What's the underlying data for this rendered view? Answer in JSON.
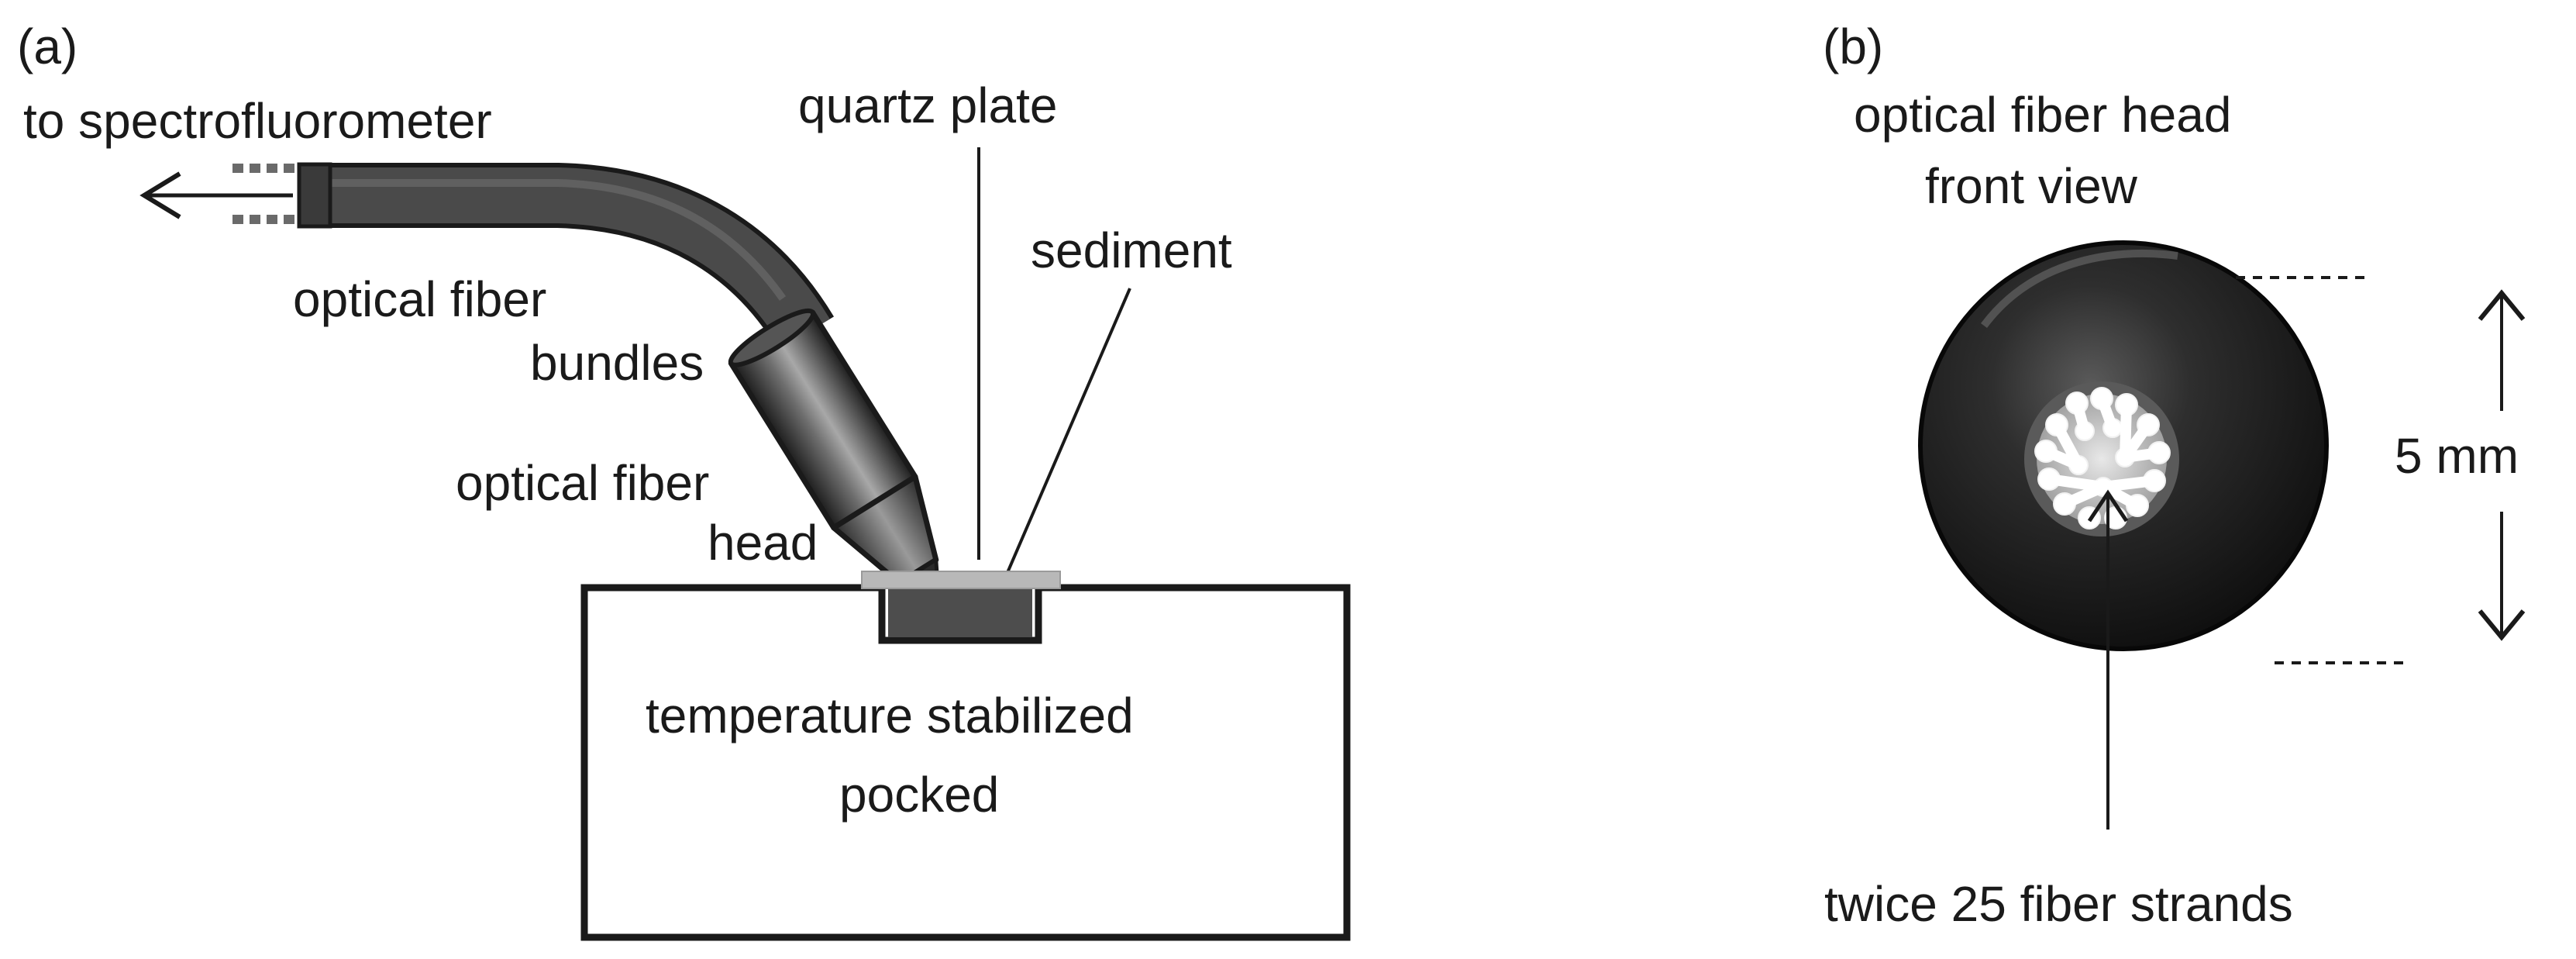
{
  "panel_a": {
    "label": "(a)",
    "to_spectrofluorometer": "to spectrofluorometer",
    "quartz_plate": "quartz plate",
    "sediment": "sediment",
    "fiber_bundles_line1": "optical fiber",
    "fiber_bundles_line2": "bundles",
    "fiber_head_line1": "optical fiber",
    "fiber_head_line2": "head",
    "pocket_line1": "temperature stabilized",
    "pocket_line2": "pocked"
  },
  "panel_b": {
    "label": "(b)",
    "title_line1": "optical fiber head",
    "title_line2": "front view",
    "dimension": "5 mm",
    "strands": "twice 25 fiber strands"
  },
  "colors": {
    "ink": "#1a1a1a",
    "fiber": "#4a4a4a",
    "quartz": "#b8b8b8",
    "sediment": "#4d4d4d",
    "head_dark": "#2b2b2b"
  }
}
